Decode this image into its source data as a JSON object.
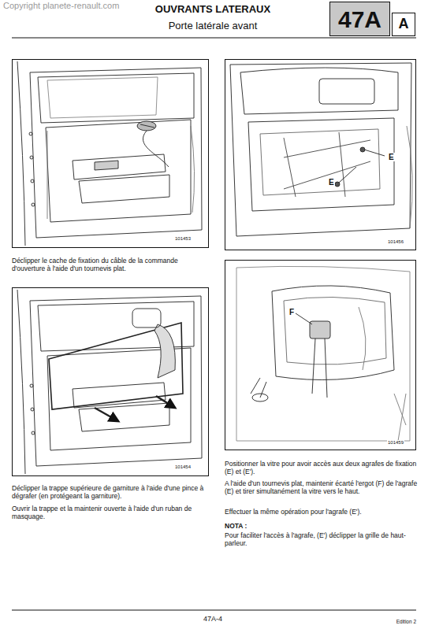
{
  "diagram": {
    "title": "OUVRANTS LATERAUX",
    "nodes": [
      {
        "text": [
          "47A"
        ]
      },
      {
        "text": [
          "A"
        ]
      },
      {
        "text": [
          "101453"
        ]
      },
      {
        "text": [
          "E",
          "E",
          "101456"
        ]
      },
      {
        "text": [
          "101454"
        ]
      },
      {
        "text": [
          "F",
          "101459"
        ]
      }
    ],
    "labels": [
      "Porte latérale avant",
      "Copyright planete-renault.com",
      "Déclipper le cache de fixation du câble de la commande d'ouverture à l'aide d'un tournevis plat.",
      "Déclipper la trappe supérieure de garniture à l'aide d'une pince à dégrafer (en protégeant la garniture).",
      "Ouvrir la trappe et la maintenir ouverte à l'aide d'un ruban de masquage.",
      "Positionner la vitre pour avoir accès aux deux agrafes de fixation (E) et (E').",
      "A l'aide d'un tournevis plat, maintenir écarté l'ergot (F) de l'agrafe (E) et tirer simultanément la vitre vers le haut.",
      "Effectuer la même opération pour l'agrafe (E').",
      "NOTA :",
      "Pour faciliter l'accès à l'agrafe, (E') déclipper la grille de haut-parleur.",
      "47A-4",
      "Edition 2"
    ]
  }
}
